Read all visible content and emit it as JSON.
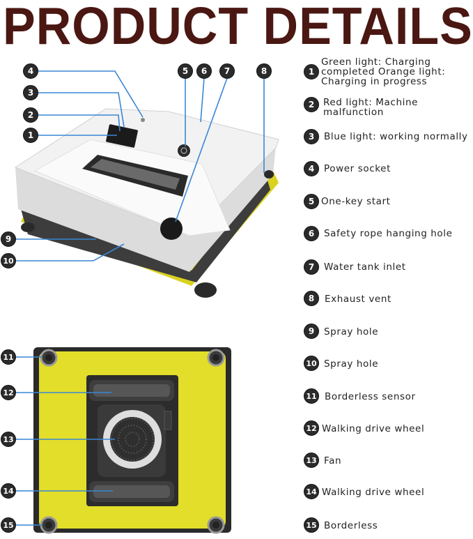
{
  "title": "PRODUCT DETAILS",
  "colors": {
    "title": "#4a1712",
    "callout_line": "#3a86d6",
    "badge": "#2b2b2b",
    "pad_yellow": "#e2de2a",
    "robot_body": "#ececec"
  },
  "top_callouts": [
    "4",
    "3",
    "2",
    "1",
    "5",
    "6",
    "7",
    "8",
    "9",
    "10"
  ],
  "bottom_callouts": [
    "11",
    "12",
    "13",
    "14",
    "15"
  ],
  "legend": [
    {
      "num": "1",
      "lines": [
        "Green light: Charging",
        "completed Orange light:",
        "Charging in progress"
      ]
    },
    {
      "num": "2",
      "lines": [
        "Red light: Machine",
        "malfunction"
      ]
    },
    {
      "num": "3",
      "lines": [
        "Blue light: working normally"
      ]
    },
    {
      "num": "4",
      "lines": [
        "Power socket"
      ]
    },
    {
      "num": "5",
      "lines": [
        "One-key start"
      ]
    },
    {
      "num": "6",
      "lines": [
        "Safety rope hanging hole"
      ]
    },
    {
      "num": "7",
      "lines": [
        "Water tank inlet"
      ]
    },
    {
      "num": "8",
      "lines": [
        "Exhaust vent"
      ]
    },
    {
      "num": "9",
      "lines": [
        "Spray hole"
      ]
    },
    {
      "num": "10",
      "lines": [
        "Spray hole"
      ]
    },
    {
      "num": "11",
      "lines": [
        "Borderless sensor"
      ]
    },
    {
      "num": "12",
      "lines": [
        "Walking drive wheel"
      ]
    },
    {
      "num": "13",
      "lines": [
        "Fan"
      ]
    },
    {
      "num": "14",
      "lines": [
        "Walking drive wheel"
      ]
    },
    {
      "num": "15",
      "lines": [
        "Borderless"
      ]
    }
  ]
}
